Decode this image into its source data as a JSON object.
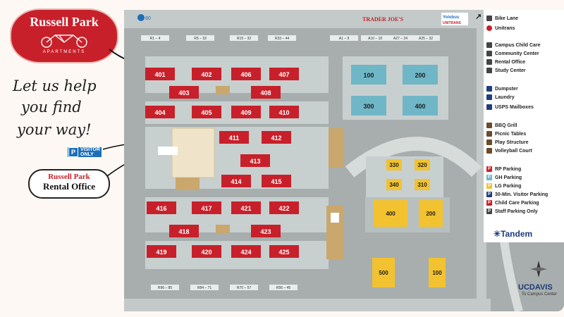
{
  "logo": {
    "title": "Russell Park",
    "subtitle": "APARTMENTS"
  },
  "tagline": {
    "line1": "Let us help",
    "line2": "you find",
    "line3": "your way!"
  },
  "visitor_badge": {
    "p": "P",
    "line1": "VISITOR",
    "line2": "ONLY"
  },
  "rental_label": {
    "line1": "Russell Park",
    "line2": "Rental Office"
  },
  "top_road": {
    "trader_joes": "TRADER JOE'S",
    "yolobus": "Yolobus",
    "unitrans": "UNITRANS",
    "route": "80"
  },
  "colors": {
    "red_building": "#c8202a",
    "yellow_building": "#f2c230",
    "blue_building": "#6fb7c6",
    "map_bg": "#a7aead",
    "lot": "#c8cfcf",
    "lawn": "#8c9694"
  },
  "red_buildings": [
    {
      "label": "401"
    },
    {
      "label": "402"
    },
    {
      "label": "406"
    },
    {
      "label": "407"
    },
    {
      "label": "403"
    },
    {
      "label": "408"
    },
    {
      "label": "404"
    },
    {
      "label": "405"
    },
    {
      "label": "409"
    },
    {
      "label": "410"
    },
    {
      "label": "411"
    },
    {
      "label": "412"
    },
    {
      "label": "413"
    },
    {
      "label": "414"
    },
    {
      "label": "415"
    },
    {
      "label": "416"
    },
    {
      "label": "417"
    },
    {
      "label": "421"
    },
    {
      "label": "422"
    },
    {
      "label": "418"
    },
    {
      "label": "423"
    },
    {
      "label": "419"
    },
    {
      "label": "420"
    },
    {
      "label": "424"
    },
    {
      "label": "425"
    }
  ],
  "blue_buildings": [
    {
      "label": "100"
    },
    {
      "label": "200"
    },
    {
      "label": "300"
    },
    {
      "label": "400"
    }
  ],
  "yellow_buildings": [
    {
      "label": "330"
    },
    {
      "label": "320"
    },
    {
      "label": "340"
    },
    {
      "label": "310"
    },
    {
      "label": "400"
    },
    {
      "label": "200"
    },
    {
      "label": "500"
    },
    {
      "label": "100"
    }
  ],
  "parking_rows_top": [
    {
      "label": "R1 – 4"
    },
    {
      "label": "R5 – 18"
    },
    {
      "label": "R19 – 32"
    },
    {
      "label": "R33 – 44"
    },
    {
      "label": "A1 – 9"
    },
    {
      "label": "A10 – 18"
    },
    {
      "label": "A27 – 24"
    },
    {
      "label": "A25 – 32"
    }
  ],
  "parking_rows_bottom": [
    {
      "label": "R96 – 85"
    },
    {
      "label": "R84 – 71"
    },
    {
      "label": "R70 – 57"
    },
    {
      "label": "R56 – 45"
    }
  ],
  "legend": [
    {
      "label": "Bike Lane",
      "color": "#444444",
      "glyph": ""
    },
    {
      "label": "Unitrans",
      "color": "#c8202a",
      "glyph": ""
    },
    {
      "label": "Campus Child Care",
      "color": "#444444",
      "glyph": ""
    },
    {
      "label": "Community Center",
      "color": "#444444",
      "glyph": ""
    },
    {
      "label": "Rental Office",
      "color": "#444444",
      "glyph": ""
    },
    {
      "label": "Study Center",
      "color": "#444444",
      "glyph": ""
    },
    {
      "label": "Dumpster",
      "color": "#1d3f7a",
      "glyph": ""
    },
    {
      "label": "Laundry",
      "color": "#1d3f7a",
      "glyph": ""
    },
    {
      "label": "USPS Mailboxes",
      "color": "#1d3f7a",
      "glyph": ""
    },
    {
      "label": "BBQ Grill",
      "color": "#6b4b2b",
      "glyph": ""
    },
    {
      "label": "Picnic Tables",
      "color": "#6b4b2b",
      "glyph": ""
    },
    {
      "label": "Play Structure",
      "color": "#6b4b2b",
      "glyph": ""
    },
    {
      "label": "Volleyball Court",
      "color": "#6b4b2b",
      "glyph": ""
    },
    {
      "label": "RP Parking",
      "color": "#c8202a",
      "glyph": "P"
    },
    {
      "label": "GH Parking",
      "color": "#6fb7c6",
      "glyph": "P"
    },
    {
      "label": "LG Parking",
      "color": "#f2c230",
      "glyph": "P"
    },
    {
      "label": "30-Min. Visitor Parking",
      "color": "#1d3f7a",
      "glyph": "P"
    },
    {
      "label": "Child Care Parking",
      "color": "#c8202a",
      "glyph": "P"
    },
    {
      "label": "Staff Parking Only",
      "color": "#444444",
      "glyph": "P"
    }
  ],
  "footer": {
    "tandem": "Tandem",
    "ucdavis": "UCDAVIS",
    "to_campus": "To Campus Center"
  }
}
